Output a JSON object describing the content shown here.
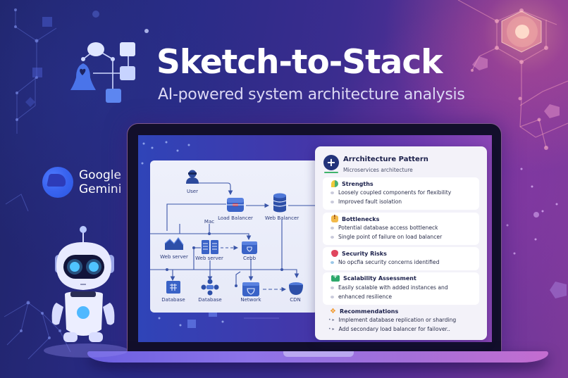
{
  "hero": {
    "title": "Sketch-to-Stack",
    "subtitle": "AI-powered system architecture analysis",
    "logo_icon": "architecture-graph-icon"
  },
  "brand": {
    "line1": "Google",
    "line2": "Gemini",
    "icon": "gemini-logo-icon"
  },
  "colors": {
    "background_left": "#1f2468",
    "background_right": "#7c3a99",
    "accent_blue": "#3a64f0",
    "diagram_ink": "#2b4aa8",
    "card_bg": "#f3f2f9",
    "card_title_icon": "#23337a",
    "green_accent": "#3fb36b"
  },
  "diagram": {
    "nodes": [
      {
        "id": "user",
        "label": "User",
        "icon": "user-icon"
      },
      {
        "id": "load-balancer",
        "label": "Load Balancer",
        "icon": "server-box-icon"
      },
      {
        "id": "web-balancer",
        "label": "Web Balancer",
        "icon": "database-cylinder-icon"
      },
      {
        "id": "mac",
        "label": "Mac",
        "icon": "junction-icon"
      },
      {
        "id": "web-server-1",
        "label": "Web server",
        "icon": "mountain-icon"
      },
      {
        "id": "web-server-2",
        "label": "Web server",
        "icon": "server-rack-icon"
      },
      {
        "id": "cache",
        "label": "Cebb",
        "icon": "cache-box-icon"
      },
      {
        "id": "database-1",
        "label": "Database",
        "icon": "database-grid-icon"
      },
      {
        "id": "database-2",
        "label": "Database",
        "icon": "cluster-icon"
      },
      {
        "id": "network",
        "label": "Network",
        "icon": "network-box-icon"
      },
      {
        "id": "cdn",
        "label": "CDN",
        "icon": "cdn-bowl-icon"
      }
    ]
  },
  "analysis": {
    "pattern_label": "Arrchitecture Pattern",
    "pattern_value": "Microservices architecture",
    "sections": [
      {
        "title": "Strengths",
        "icon": "leaf-icon",
        "items": [
          "Loosely coupled components for flexibility",
          "Improved fault isolation"
        ]
      },
      {
        "title": "Bottlenecks",
        "icon": "warning-icon",
        "items": [
          "Potential database access bottleneck",
          "Single point of failure on load balancer"
        ]
      },
      {
        "title": "Security Risks",
        "icon": "heart-shield-icon",
        "items": [
          "No opcfia security concerns identified"
        ]
      },
      {
        "title": "Scalability Assessment",
        "icon": "scale-plus-icon",
        "items": [
          "Easily scalable with added instances and",
          "enhanced resilience"
        ]
      },
      {
        "title": "Recommendations",
        "icon": "hands-icon",
        "items": [
          "Implement database replication or sharding",
          "Add secondary load balancer for failover.."
        ]
      }
    ]
  }
}
